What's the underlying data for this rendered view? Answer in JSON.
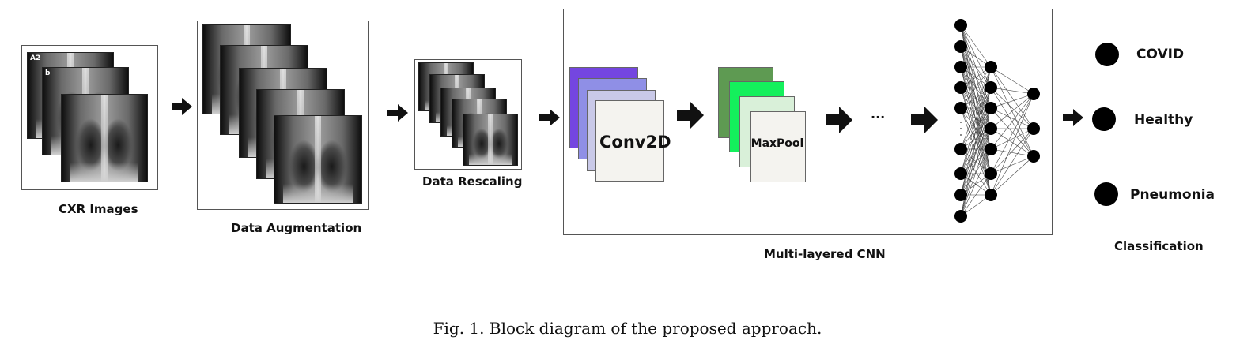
{
  "caption": "Fig. 1.  Block diagram of the proposed approach.",
  "stages": {
    "cxr": {
      "label": "CXR Images",
      "tags": [
        "A2",
        "b"
      ]
    },
    "augmentation": {
      "label": "Data Augmentation"
    },
    "rescaling": {
      "label": "Data Rescaling"
    },
    "cnn": {
      "label": "Multi-layered CNN",
      "conv_label": "Conv2D",
      "pool_label": "MaxPool",
      "ellipsis": "···",
      "conv_colors": [
        "#7446e0",
        "#8f8fe6",
        "#c9c9e8",
        "#f4f3ef"
      ],
      "pool_colors": [
        "#5e9a52",
        "#14f05c",
        "#d9f0d9",
        "#f4f3ef"
      ]
    },
    "classification": {
      "label": "Classification",
      "classes": [
        "COVID",
        "Healthy",
        "Pneumonia"
      ]
    }
  }
}
